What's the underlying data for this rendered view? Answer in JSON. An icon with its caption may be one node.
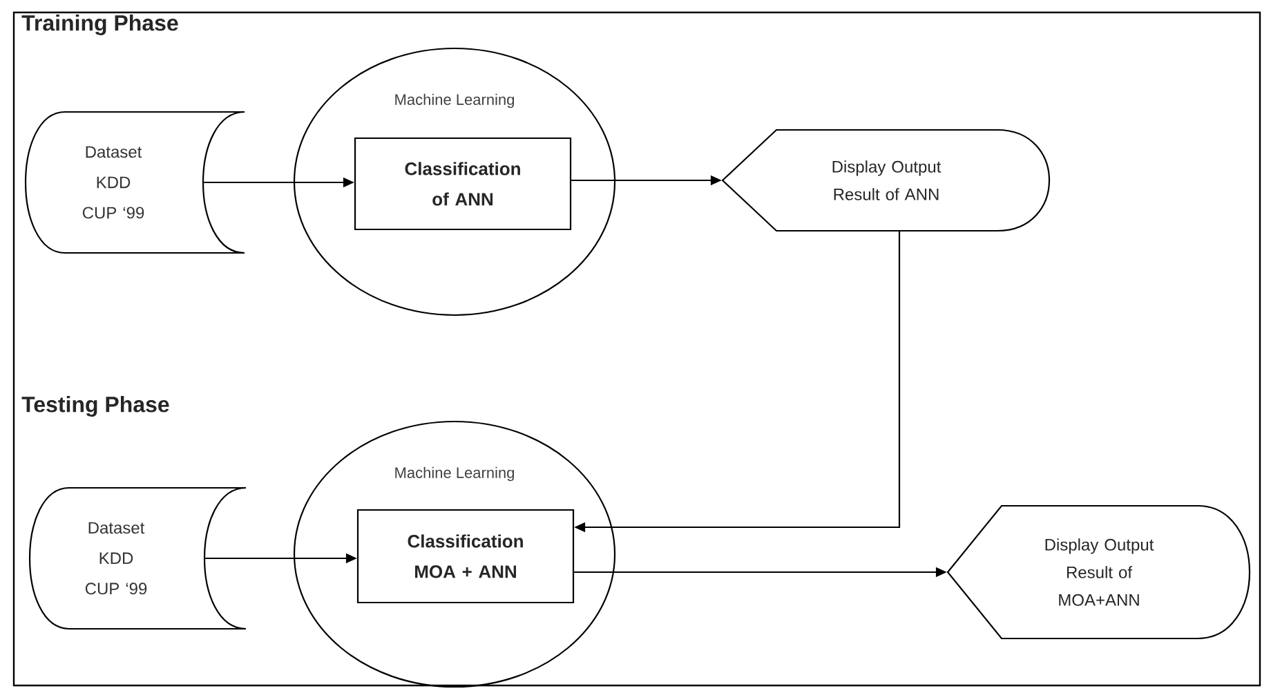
{
  "diagram": {
    "nodes": [
      {
        "text": [
          "Dataset KDD CUP ‘99"
        ]
      },
      {
        "text": [
          "Machine Learning"
        ]
      },
      {
        "text": [
          "Classification of ANN"
        ],
        "in": 1
      },
      {
        "text": [
          "Display Output Result of ANN"
        ]
      },
      {
        "text": [
          "Dataset KDD CUP ‘99"
        ]
      },
      {
        "text": [
          "Machine Learning"
        ]
      },
      {
        "text": [
          "Classification MOA + ANN"
        ],
        "in": 5
      },
      {
        "text": [
          "Display Output Result of MOA+ANN"
        ]
      }
    ],
    "edges": [
      {
        "from": 0,
        "to": 2,
        "arrow": "to"
      },
      {
        "from": 2,
        "to": 3,
        "arrow": "to"
      },
      {
        "from": 3,
        "to": 6,
        "arrow": "to"
      },
      {
        "from": 4,
        "to": 6,
        "arrow": "to"
      },
      {
        "from": 6,
        "to": 7,
        "arrow": "to"
      }
    ],
    "labels": [
      "Training Phase",
      "Testing Phase"
    ]
  }
}
